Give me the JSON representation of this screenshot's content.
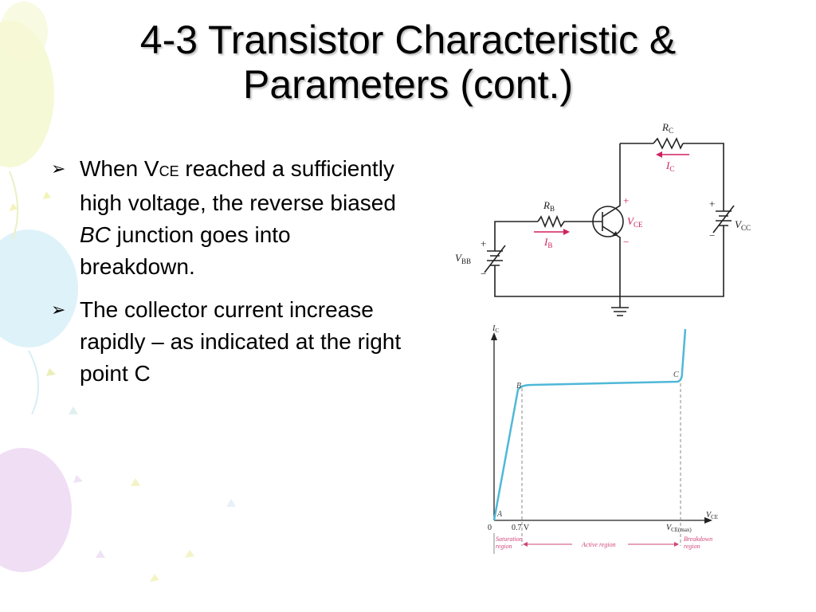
{
  "slide": {
    "title_line1": "4-3 Transistor Characteristic &",
    "title_line2": "Parameters (cont.)",
    "bullet_marker": "➢",
    "bullets": [
      {
        "text_before": "When V",
        "subscript": "CE",
        "text_middle": " reached a sufficiently high voltage, the reverse biased ",
        "italic": "BC",
        "text_after": " junction goes into breakdown."
      },
      {
        "text": "The collector current increase rapidly – as indicated at the right point C"
      }
    ]
  },
  "circuit": {
    "rc": "R",
    "rc_sub": "C",
    "ic": "I",
    "ic_sub": "C",
    "rb": "R",
    "rb_sub": "B",
    "ib": "I",
    "ib_sub": "B",
    "vce": "V",
    "vce_sub": "CE",
    "vbb": "V",
    "vbb_sub": "BB",
    "vcc": "V",
    "vcc_sub": "CC",
    "plus": "+",
    "minus": "−"
  },
  "graph": {
    "y_axis": "I",
    "y_axis_sub": "C",
    "x_axis": "V",
    "x_axis_sub": "CE",
    "origin": "0",
    "point_a": "A",
    "point_b": "B",
    "point_c": "C",
    "tick_07": "0.7 V",
    "tick_vmax": "V",
    "tick_vmax_sub": "CE(max)",
    "region_sat_1": "Saturation",
    "region_sat_2": "region",
    "region_active": "Active region",
    "region_bd_1": "Breakdown",
    "region_bd_2": "region",
    "colors": {
      "curve": "#4fb8d8",
      "region": "#d0457a",
      "arrow": "#d02060"
    }
  }
}
